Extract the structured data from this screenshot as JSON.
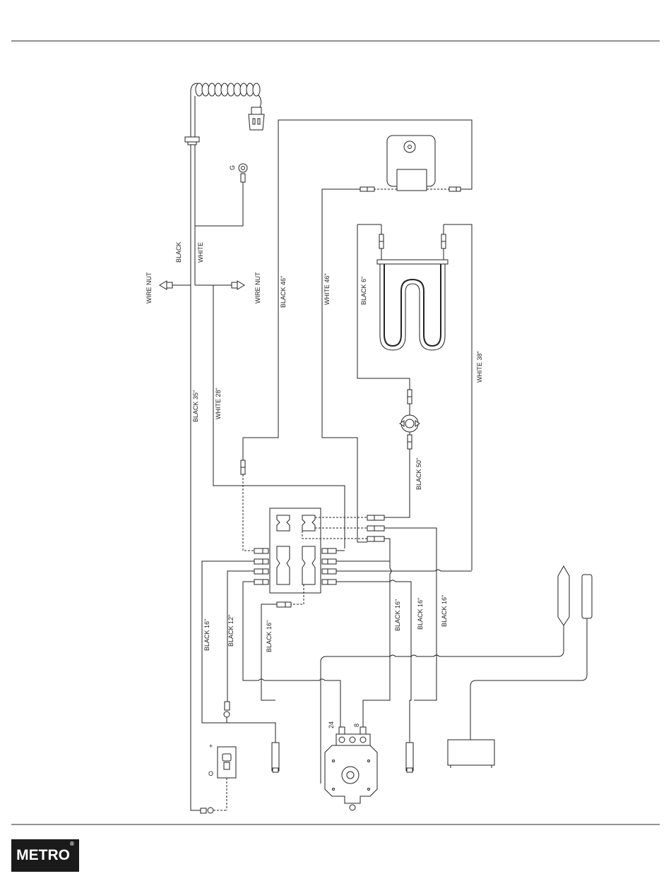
{
  "labels": {
    "black": "BLACK",
    "white": "WHITE",
    "ground": "G",
    "wire_nut_left": "WIRE NUT",
    "wire_nut_right": "WIRE NUT",
    "black_46": "BLACK 46\"",
    "white_46": "WHITE 46\"",
    "black_6": "BLACK 6\"",
    "white_38": "WHITE 38\"",
    "black_35": "BLACK 35\"",
    "white_28": "WHITE 28\"",
    "black_50": "BLACK 50\"",
    "black_16_left": "BLACK 16\"",
    "black_12": "BLACK 12\"",
    "black_16_mid": "BLACK 16\"",
    "black_16_a": "BLACK 16\"",
    "black_16_b": "BLACK 16\"",
    "black_16_c": "BLACK 16\"",
    "terminal_24": "24",
    "terminal_8": "8",
    "switch_on": "+",
    "switch_off": "O"
  },
  "logo": {
    "text": "METRO",
    "mark": "®"
  }
}
